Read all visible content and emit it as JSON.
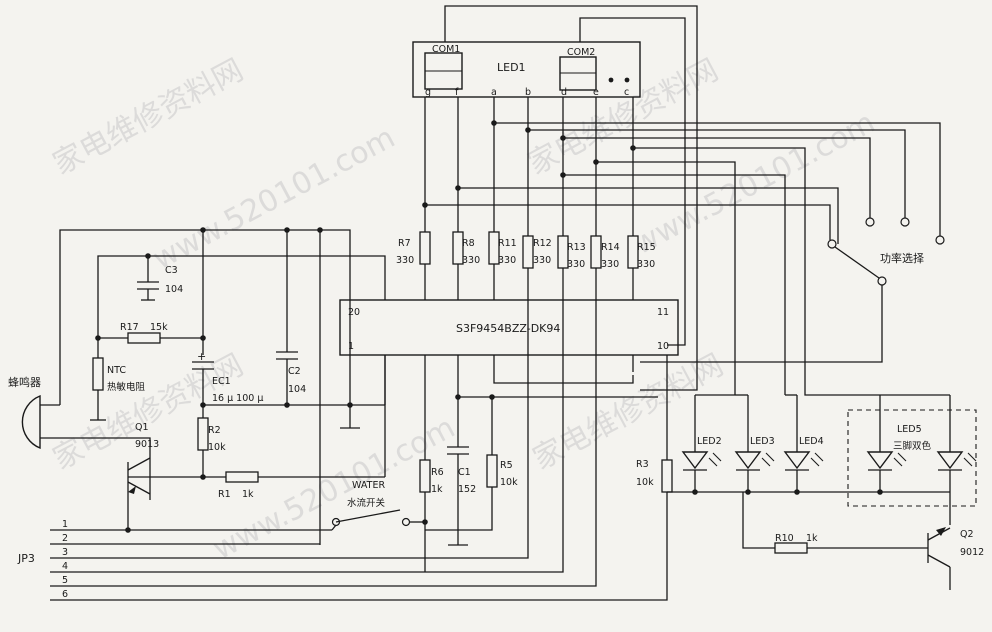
{
  "labels": {
    "led1": "LED1",
    "com1": "COM1",
    "com2": "COM2",
    "seg_g": "g",
    "seg_f": "f",
    "seg_a": "a",
    "seg_b": "b",
    "seg_d": "d",
    "seg_e": "e",
    "seg_c": "c",
    "r7": "R7",
    "r7v": "330",
    "r8": "R8",
    "r8v": "330",
    "r11": "R11",
    "r11v": "330",
    "r12": "R12",
    "r12v": "330",
    "r13": "R13",
    "r13v": "330",
    "r14": "R14",
    "r14v": "330",
    "r15": "R15",
    "r15v": "330",
    "c3": "C3",
    "c3v": "104",
    "r17": "R17",
    "r17v": "15k",
    "ic": "S3F9454BZZ-DK94",
    "p20": "20",
    "p11": "11",
    "p1": "1",
    "p10": "10",
    "ntc": "NTC",
    "ntcdesc": "热敏电阻",
    "ec1": "EC1",
    "ec1v": "16 μ 100 μ",
    "c2": "C2",
    "c2v": "104",
    "buzzer": "蜂鸣器",
    "q1": "Q1",
    "q1v": "9013",
    "r2": "R2",
    "r2v": "10k",
    "r1": "R1",
    "r1v": "1k",
    "water": "WATER",
    "waterdesc": "水流开关",
    "r6": "R6",
    "r6v": "1k",
    "c1": "C1",
    "c1v": "152",
    "r5": "R5",
    "r5v": "10k",
    "r3": "R3",
    "r3v": "10k",
    "led2": "LED2",
    "led3": "LED3",
    "led4": "LED4",
    "led5": "LED5",
    "led5desc": "三脚双色",
    "power": "功率选择",
    "r10": "R10",
    "r10v": "1k",
    "q2": "Q2",
    "q2v": "9012",
    "jp3": "JP3",
    "j1": "1",
    "j2": "2",
    "j3": "3",
    "j4": "4",
    "j5": "5",
    "j6": "6"
  },
  "watermarks": {
    "w1": "家电维修资料网",
    "w2": "www.520101.com",
    "w3": "家电维修资料网",
    "w4": "www.520101.com",
    "w5": "家电维修资料网",
    "w6": "www.520101.com",
    "w7": "家电维修资料网"
  }
}
